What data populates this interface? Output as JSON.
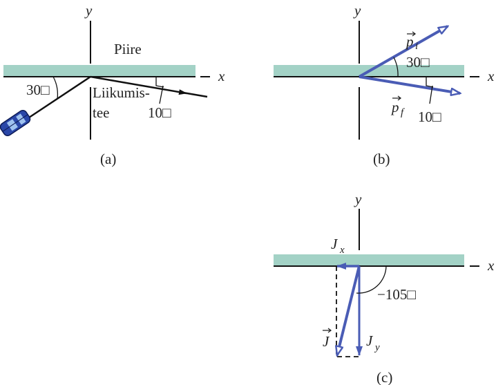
{
  "colors": {
    "wall": "#a3d2c6",
    "vector": "#4a5cb5",
    "line": "#111111"
  },
  "panel_a": {
    "caption": "(a)",
    "wall_label": "Piire",
    "axis_x": "x",
    "axis_y": "y",
    "angle_in": "30□",
    "angle_out": "10□",
    "path_label_1": "Liikumis-",
    "path_label_2": "tee"
  },
  "panel_b": {
    "caption": "(b)",
    "axis_x": "x",
    "axis_y": "y",
    "p_i": "p",
    "p_i_sub": "i",
    "p_f": "p",
    "p_f_sub": "f",
    "angle_in": "30□",
    "angle_out": "10□"
  },
  "panel_c": {
    "caption": "(c)",
    "axis_x": "x",
    "axis_y": "y",
    "jx": "J",
    "jx_sub": "x",
    "jy": "J",
    "jy_sub": "y",
    "j": "J",
    "angle": "−105□"
  }
}
